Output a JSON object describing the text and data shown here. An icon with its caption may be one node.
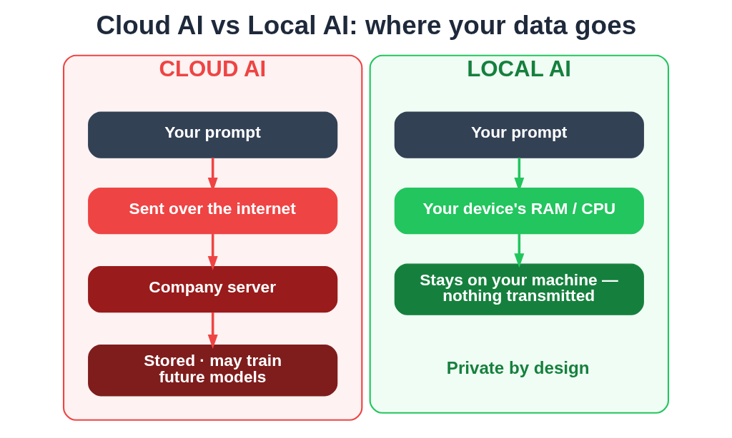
{
  "diagram": {
    "title": "Cloud AI vs Local AI: where your data goes",
    "nodes": [
      {
        "text": [
          "CLOUD AI"
        ]
      },
      {
        "text": [
          "Your prompt"
        ],
        "in": 0
      },
      {
        "text": [
          "Sent over the internet"
        ],
        "in": 0
      },
      {
        "text": [
          "Company server"
        ],
        "in": 0
      },
      {
        "text": [
          "Stored · may train future models"
        ],
        "in": 0
      },
      {
        "text": [
          "LOCAL AI"
        ]
      },
      {
        "text": [
          "Your prompt"
        ],
        "in": 5
      },
      {
        "text": [
          "Your device's RAM / CPU"
        ],
        "in": 5
      },
      {
        "text": [
          "Stays on your machine — nothing transmitted"
        ],
        "in": 5
      }
    ],
    "edges": [
      {
        "from": 1,
        "to": 2,
        "arrow": "to"
      },
      {
        "from": 2,
        "to": 3,
        "arrow": "to"
      },
      {
        "from": 3,
        "to": 4,
        "arrow": "to"
      },
      {
        "from": 6,
        "to": 7,
        "arrow": "to",
        "color": "#22c55e"
      },
      {
        "from": 7,
        "to": 8,
        "arrow": "to",
        "color": "#22c55e"
      }
    ],
    "labels": [
      "Private by design"
    ]
  }
}
